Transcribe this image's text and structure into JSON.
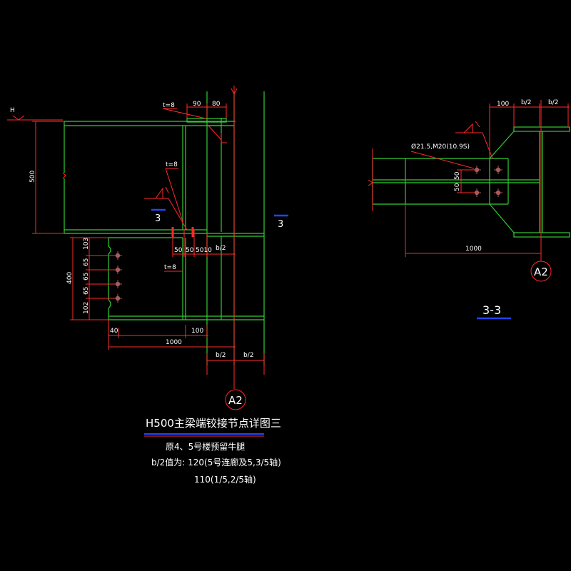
{
  "colors": {
    "background": "#000000",
    "steel": "#33cc33",
    "dimension": "#ff2a2a",
    "text": "#ffffff",
    "underline": "#2244ff",
    "bolt": "#a85a5a"
  },
  "level_mark": "H",
  "left": {
    "labels": {
      "t8_top": "t=8",
      "t8_mid": "t=8",
      "t8_low": "t=8",
      "section_ref": "3",
      "section_ref_right": "3"
    },
    "dims": {
      "d90": "90",
      "d80": "80",
      "d500": "500",
      "d400": "400",
      "d103": "103",
      "d65a": "65",
      "d65b": "65",
      "d65c": "65",
      "d102": "102",
      "d50a": "50",
      "d50b": "50",
      "d5010": "5010",
      "bhalf_top": "b/2",
      "d40": "40",
      "d100": "100",
      "d1000": "1000",
      "bhalf_l": "b/2",
      "bhalf_r": "b/2"
    },
    "axis_label": "A2"
  },
  "right": {
    "dims": {
      "d100": "100",
      "bhalf1": "b/2",
      "bhalf2": "b/2",
      "d50a": "50",
      "d50b": "50",
      "d1000": "1000"
    },
    "bolt_note": "Ø21.5,M20(10.9S)",
    "axis_label": "A2",
    "section_title": "3-3"
  },
  "notes": {
    "title": "H500主梁端铰接节点详图三",
    "line1": "原4、5号楼预留牛腿",
    "line2": "b/2值为: 120(5号连廊及5,3/5轴)",
    "line3": "110(1/5,2/5轴)"
  }
}
